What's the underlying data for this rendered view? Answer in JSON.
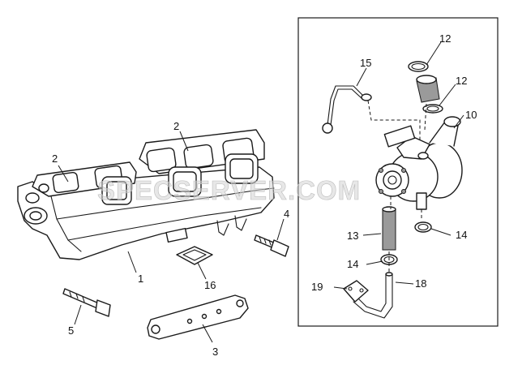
{
  "watermark": "SPECSERVER.COM",
  "callouts": {
    "exhaust_manifold": "1",
    "gasket_left": "2",
    "gasket_right": "2",
    "bracket": "3",
    "bolt_manifold": "4",
    "bolt_bracket": "5",
    "oil_return_hose": "13",
    "clamp_upper": "14",
    "clamp_lower": "14",
    "turbocharger": "10",
    "hose_clamp_top": "12",
    "hose_clamp_mid": "12",
    "oil_feed_tube": "15",
    "flange_gasket": "16",
    "oil_drain_tube": "18",
    "drain_flange": "19"
  }
}
